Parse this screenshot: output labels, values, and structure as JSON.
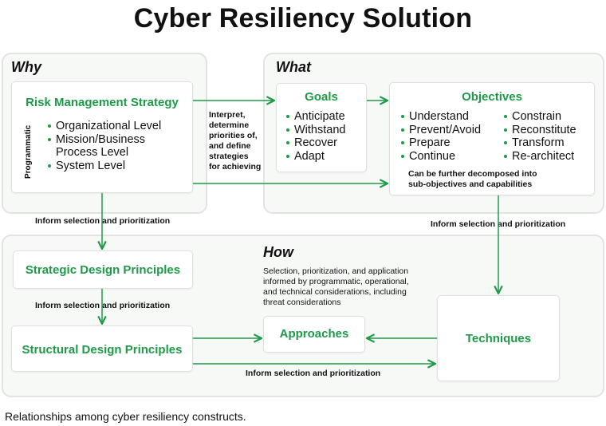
{
  "title": "Cyber Resiliency Solution",
  "caption": "Relationships among cyber resiliency constructs.",
  "colors": {
    "accent": "#1e9a48",
    "region_bg": "#f7f9f7",
    "region_border": "#e1e4e1"
  },
  "regions": {
    "why": "Why",
    "what": "What",
    "how": "How"
  },
  "risk": {
    "title": "Risk Management Strategy",
    "side_label": "Programmatic",
    "items": [
      "Organizational Level",
      "Mission/Business",
      "Process Level",
      "System Level"
    ]
  },
  "interpret_text": [
    "Interpret,",
    "determine",
    "priorities of,",
    "and define",
    "strategies",
    "for achieving"
  ],
  "goals": {
    "title": "Goals",
    "items": [
      "Anticipate",
      "Withstand",
      "Recover",
      "Adapt"
    ]
  },
  "objectives": {
    "title": "Objectives",
    "col1": [
      "Understand",
      "Prevent/Avoid",
      "Prepare",
      "Continue"
    ],
    "col2": [
      "Constrain",
      "Reconstitute",
      "Transform",
      "Re-architect"
    ],
    "note": [
      "Can be further decomposed into",
      "sub-objectives and capabilities"
    ]
  },
  "inform_labels": {
    "why_to_strategic": "Inform selection and prioritization",
    "objectives_to_techniques": "Inform selection and prioritization",
    "strategic_to_structural": "Inform selection and prioritization",
    "structural_to_techniques": "Inform selection and prioritization"
  },
  "how_note": [
    "Selection, prioritization, and application",
    "informed by programmatic, operational,",
    "and technical considerations, including",
    "threat considerations"
  ],
  "strategic": {
    "title": "Strategic Design Principles"
  },
  "structural": {
    "title": "Structural Design Principles"
  },
  "approaches": {
    "title": "Approaches"
  },
  "techniques": {
    "title": "Techniques"
  }
}
